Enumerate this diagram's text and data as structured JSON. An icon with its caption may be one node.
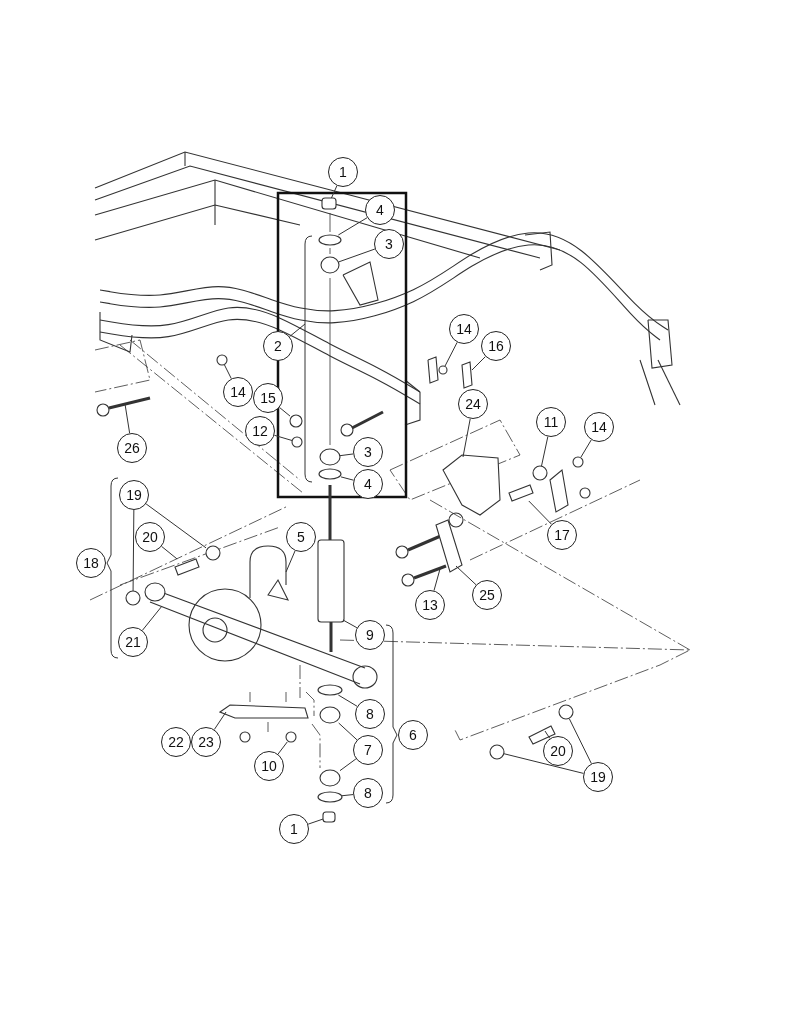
{
  "diagram": {
    "nodes": [
      {
        "text": [
          "1"
        ]
      },
      {
        "text": [
          "4"
        ]
      },
      {
        "text": [
          "3"
        ]
      },
      {
        "text": [
          "14"
        ]
      },
      {
        "text": [
          "2"
        ]
      },
      {
        "text": [
          "16"
        ]
      },
      {
        "text": [
          "14"
        ]
      },
      {
        "text": [
          "15"
        ]
      },
      {
        "text": [
          "24"
        ]
      },
      {
        "text": [
          "11"
        ]
      },
      {
        "text": [
          "14"
        ]
      },
      {
        "text": [
          "12"
        ]
      },
      {
        "text": [
          "26"
        ]
      },
      {
        "text": [
          "3"
        ]
      },
      {
        "text": [
          "4"
        ]
      },
      {
        "text": [
          "19"
        ]
      },
      {
        "text": [
          "17"
        ]
      },
      {
        "text": [
          "20"
        ]
      },
      {
        "text": [
          "5"
        ]
      },
      {
        "text": [
          "18"
        ]
      },
      {
        "text": [
          "25"
        ]
      },
      {
        "text": [
          "13"
        ]
      },
      {
        "text": [
          "9"
        ]
      },
      {
        "text": [
          "21"
        ]
      },
      {
        "text": [
          "8"
        ]
      },
      {
        "text": [
          "6"
        ]
      },
      {
        "text": [
          "22"
        ]
      },
      {
        "text": [
          "23"
        ]
      },
      {
        "text": [
          "7"
        ]
      },
      {
        "text": [
          "20"
        ]
      },
      {
        "text": [
          "10"
        ]
      },
      {
        "text": [
          "19"
        ]
      },
      {
        "text": [
          "8"
        ]
      },
      {
        "text": [
          "1"
        ]
      },
      {
        "text": [],
        "shape": "box"
      },
      {
        "text": [],
        "shape": "circle"
      },
      {
        "text": [],
        "shape": "circle"
      },
      {
        "text": [],
        "shape": "circle"
      },
      {
        "text": [],
        "shape": "bar"
      },
      {
        "text": [],
        "shape": "circle"
      },
      {
        "text": [],
        "shape": "circle"
      },
      {
        "text": [],
        "shape": "picture"
      },
      {
        "text": [],
        "shape": "circle"
      },
      {
        "text": [],
        "shape": "circle"
      },
      {
        "text": [],
        "shape": "circle"
      },
      {
        "text": [],
        "shape": "picture"
      },
      {
        "text": [],
        "shape": "circle"
      },
      {
        "text": [],
        "shape": "circle"
      },
      {
        "text": [],
        "shape": "circle"
      },
      {
        "text": [],
        "shape": "circle"
      },
      {
        "text": [],
        "shape": "bar"
      },
      {
        "text": [],
        "shape": "bar"
      },
      {
        "text": [],
        "shape": "picture"
      },
      {
        "text": [],
        "shape": "bar"
      },
      {
        "text": [],
        "shape": "picture"
      },
      {
        "text": [],
        "shape": "picture"
      },
      {
        "text": [],
        "shape": "picture"
      },
      {
        "text": [],
        "shape": "circle"
      },
      {
        "text": [],
        "shape": "bar"
      },
      {
        "text": [],
        "shape": "circle"
      },
      {
        "text": [],
        "shape": "circle"
      },
      {
        "text": [],
        "shape": "bar"
      },
      {
        "text": [],
        "shape": "circle"
      },
      {
        "text": [],
        "shape": "circle"
      },
      {
        "text": [],
        "shape": "circle"
      },
      {
        "text": [],
        "shape": "circle"
      },
      {
        "text": [],
        "shape": "box"
      }
    ],
    "edges": [
      {
        "from": 0,
        "to": 34,
        "arrow": "none"
      },
      {
        "from": 1,
        "to": 35,
        "arrow": "none"
      },
      {
        "from": 2,
        "to": 36,
        "arrow": "none"
      },
      {
        "from": 3,
        "to": 37,
        "arrow": "none"
      },
      {
        "from": 4,
        "to": null,
        "arrow": "none"
      },
      {
        "from": 5,
        "to": 38,
        "arrow": "none"
      },
      {
        "from": 6,
        "to": 39,
        "arrow": "none"
      },
      {
        "from": 7,
        "to": 40,
        "arrow": "none"
      },
      {
        "from": 8,
        "to": 41,
        "arrow": "none"
      },
      {
        "from": 9,
        "to": 42,
        "arrow": "none"
      },
      {
        "from": 10,
        "to": 43,
        "arrow": "none"
      },
      {
        "from": 11,
        "to": 44,
        "arrow": "none"
      },
      {
        "from": 12,
        "to": 45,
        "arrow": "none"
      },
      {
        "from": 13,
        "to": 46,
        "arrow": "none"
      },
      {
        "from": 14,
        "to": 47,
        "arrow": "none"
      },
      {
        "from": 15,
        "to": 48,
        "arrow": "none"
      },
      {
        "from": 15,
        "to": 49,
        "arrow": "none"
      },
      {
        "from": 16,
        "to": 50,
        "arrow": "none"
      },
      {
        "from": 17,
        "to": 51,
        "arrow": "none"
      },
      {
        "from": 18,
        "to": 52,
        "arrow": "none"
      },
      {
        "from": 20,
        "to": 53,
        "arrow": "none"
      },
      {
        "from": 21,
        "to": 54,
        "arrow": "none"
      },
      {
        "from": 22,
        "to": 55,
        "arrow": "none"
      },
      {
        "from": 23,
        "to": 56,
        "arrow": "none"
      },
      {
        "from": 24,
        "to": 57,
        "arrow": "none"
      },
      {
        "from": 27,
        "to": 58,
        "arrow": "none"
      },
      {
        "from": 28,
        "to": 59,
        "arrow": "none"
      },
      {
        "from": 28,
        "to": 60,
        "arrow": "none"
      },
      {
        "from": 29,
        "to": 61,
        "arrow": "none"
      },
      {
        "from": 30,
        "to": 62,
        "arrow": "none"
      },
      {
        "from": 31,
        "to": 63,
        "arrow": "none"
      },
      {
        "from": 31,
        "to": 64,
        "arrow": "none"
      },
      {
        "from": 32,
        "to": 65,
        "arrow": "none"
      },
      {
        "from": 33,
        "to": 66,
        "arrow": "none"
      }
    ]
  }
}
